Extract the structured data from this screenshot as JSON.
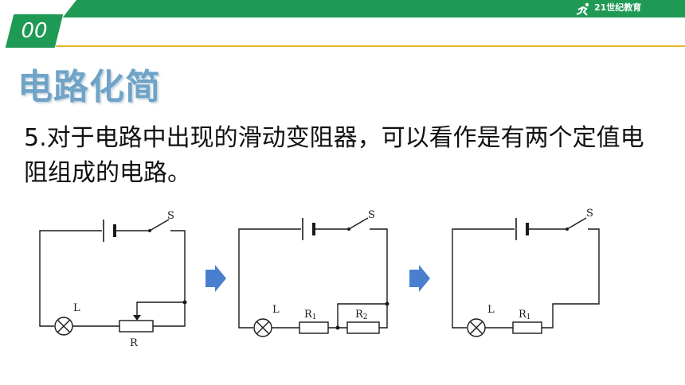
{
  "header": {
    "number_badge": "00",
    "logo_text": "21世纪教育",
    "colors": {
      "bar": "#1f9a55",
      "accent_line": "#e6b72a"
    }
  },
  "title": "电路化简",
  "paragraph": "5.对于电路中出现的滑动变阻器，可以看作是有两个定值电阻组成的电路。",
  "diagrams": [
    {
      "labels": {
        "switch": "S",
        "lamp": "L",
        "resistor": "R"
      }
    },
    {
      "labels": {
        "switch": "S",
        "lamp": "L",
        "r1": "R",
        "r1_sub": "1",
        "r2": "R",
        "r2_sub": "2"
      }
    },
    {
      "labels": {
        "switch": "S",
        "lamp": "L",
        "r1": "R",
        "r1_sub": "1"
      }
    }
  ],
  "arrows": [
    "right-arrow",
    "right-arrow"
  ]
}
